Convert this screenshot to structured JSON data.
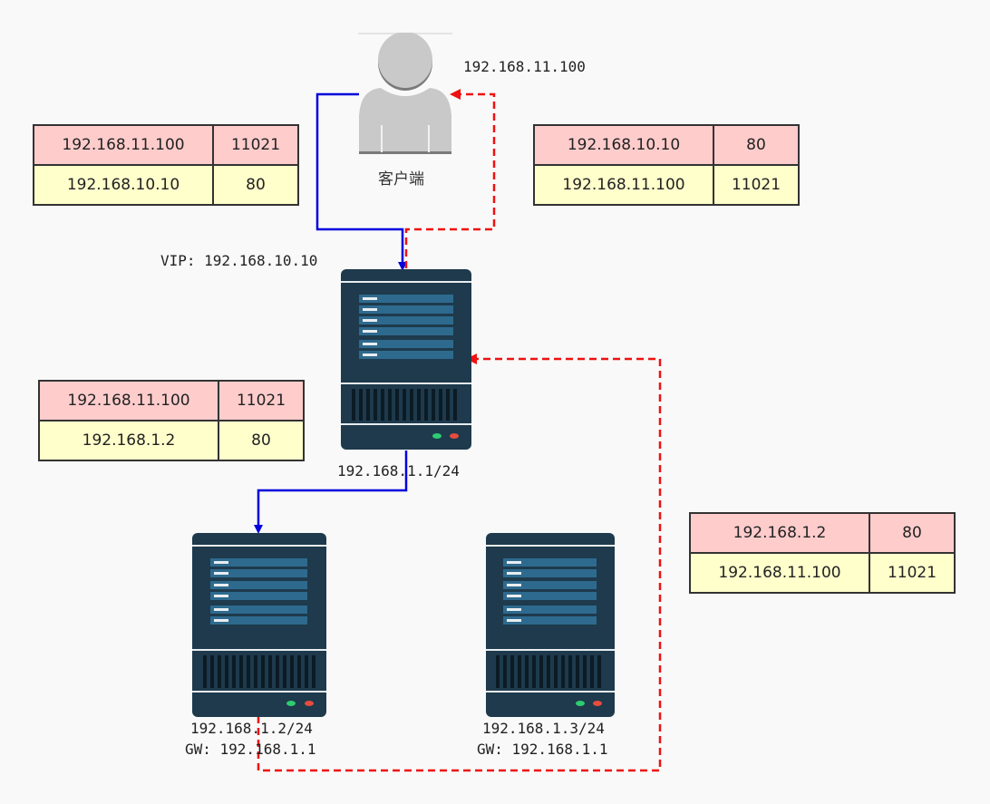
{
  "client": {
    "label": "客户端",
    "ip": "192.168.11.100"
  },
  "director": {
    "vip_label": "VIP: 192.168.10.10",
    "dip_label": "192.168.1.1/24"
  },
  "real_servers": [
    {
      "ip_label": "192.168.1.2/24",
      "gw_label": "GW: 192.168.1.1"
    },
    {
      "ip_label": "192.168.1.3/24",
      "gw_label": "GW: 192.168.1.1"
    }
  ],
  "packets": [
    {
      "src_ip": "192.168.11.100",
      "src_port": "11021",
      "dst_ip": "192.168.10.10",
      "dst_port": "80"
    },
    {
      "src_ip": "192.168.10.10",
      "src_port": "80",
      "dst_ip": "192.168.11.100",
      "dst_port": "11021"
    },
    {
      "src_ip": "192.168.11.100",
      "src_port": "11021",
      "dst_ip": "192.168.1.2",
      "dst_port": "80"
    },
    {
      "src_ip": "192.168.1.2",
      "src_port": "80",
      "dst_ip": "192.168.11.100",
      "dst_port": "11021"
    }
  ],
  "colors": {
    "request": "#0000dd",
    "response": "#ee1111",
    "src_row": "#ffcccc",
    "dst_row": "#ffffcc",
    "server_body": "#1e3a4c"
  }
}
